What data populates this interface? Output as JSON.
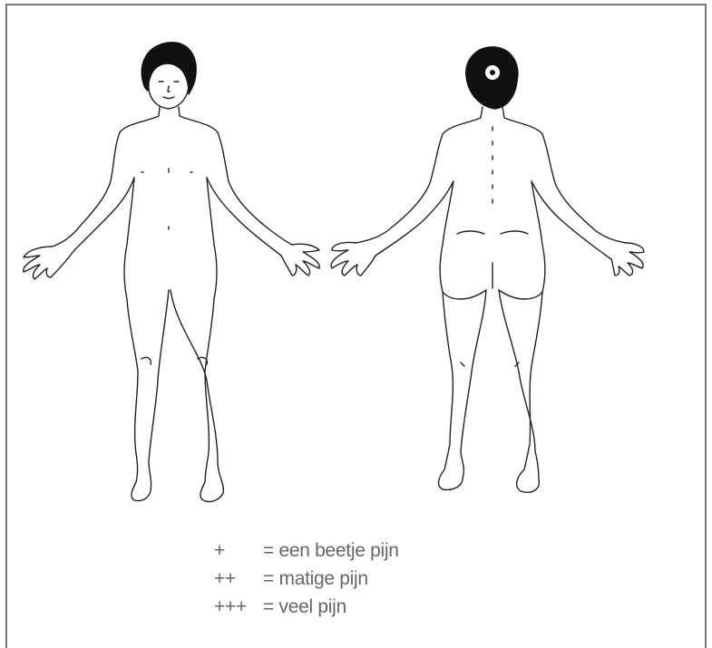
{
  "legend": {
    "items": [
      {
        "symbol": "+",
        "text": "= een beetje pijn"
      },
      {
        "symbol": "++",
        "text": "= matige pijn"
      },
      {
        "symbol": "+++",
        "text": "= veel pijn"
      }
    ]
  },
  "figures": {
    "front": {
      "view": "front",
      "icon": "body-front-outline"
    },
    "back": {
      "view": "back",
      "icon": "body-back-outline"
    }
  },
  "colors": {
    "line": "#222222",
    "hair": "#111111",
    "legend_text": "#666666",
    "border": "#777777"
  }
}
